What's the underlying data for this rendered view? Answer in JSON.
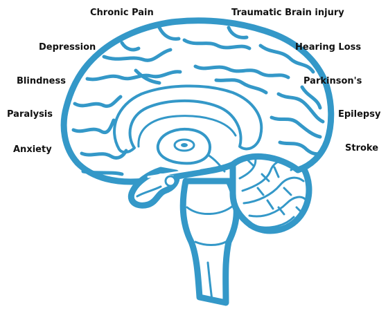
{
  "labels": {
    "chronic_pain": "Chronic Pain",
    "traumatic_brain_injury": "Traumatic Brain injury",
    "depression": "Depression",
    "hearing_loss": "Hearing Loss",
    "blindness": "Blindness",
    "parkinsons": "Parkinson's",
    "paralysis": "Paralysis",
    "epilepsy": "Epilepsy",
    "anxiety": "Anxiety",
    "stroke": "Stroke"
  },
  "colors": {
    "brain_outline": "#3498c8",
    "label_text": "#111111",
    "background": "#ffffff"
  },
  "icons": {
    "illustration": "brain-sagittal-section-icon"
  }
}
